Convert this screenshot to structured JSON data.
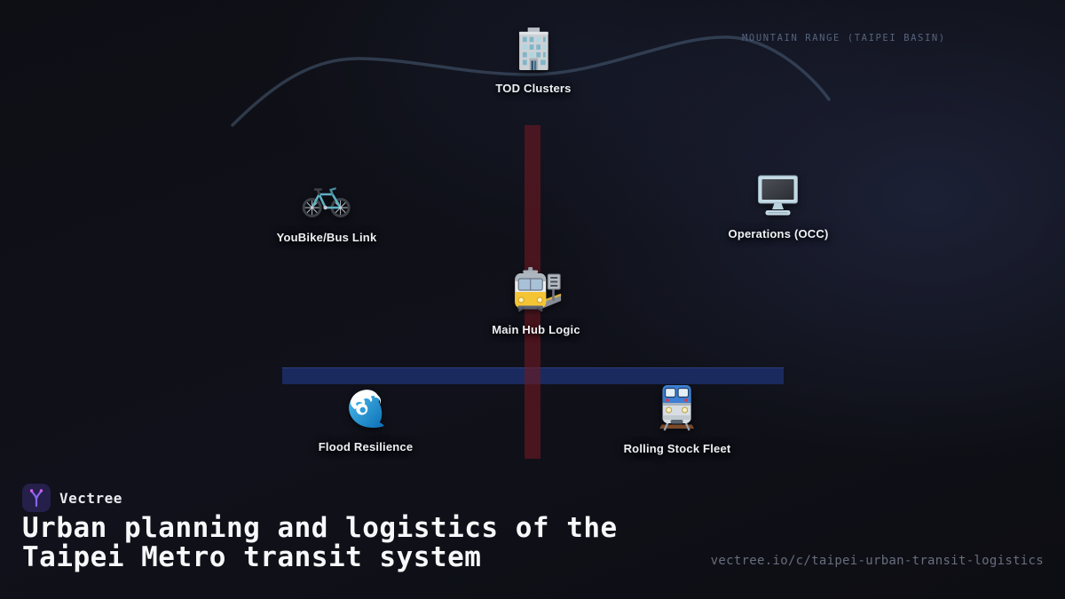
{
  "brand": {
    "name": "Vectree",
    "logo_icon": "vectree-branch-icon",
    "logo_bg_color": "#24204a",
    "logo_accent_color": "#8a63ee"
  },
  "title": "Urban planning and logistics of the Taipei Metro transit system",
  "share_url": "vectree.io/c/taipei-urban-transit-logistics",
  "diagram": {
    "annotation": "MOUNTAIN RANGE (TAIPEI BASIN)",
    "nodes": [
      {
        "id": "tod-clusters",
        "label": "TOD Clusters",
        "icon": "office-building-icon"
      },
      {
        "id": "youbike-bus-link",
        "label": "YouBike/Bus Link",
        "icon": "bicycle-icon"
      },
      {
        "id": "operations-occ",
        "label": "Operations (OCC)",
        "icon": "desktop-computer-icon"
      },
      {
        "id": "main-hub-logic",
        "label": "Main Hub Logic",
        "icon": "metro-station-icon"
      },
      {
        "id": "flood-resilience",
        "label": "Flood Resilience",
        "icon": "water-wave-icon"
      },
      {
        "id": "rolling-stock-fleet",
        "label": "Rolling Stock Fleet",
        "icon": "train-icon"
      }
    ],
    "lines": {
      "red_route_color": "#4a161f",
      "blue_route_color": "#1a2a5e",
      "mountain_ridge_color": "#4e647e"
    }
  }
}
